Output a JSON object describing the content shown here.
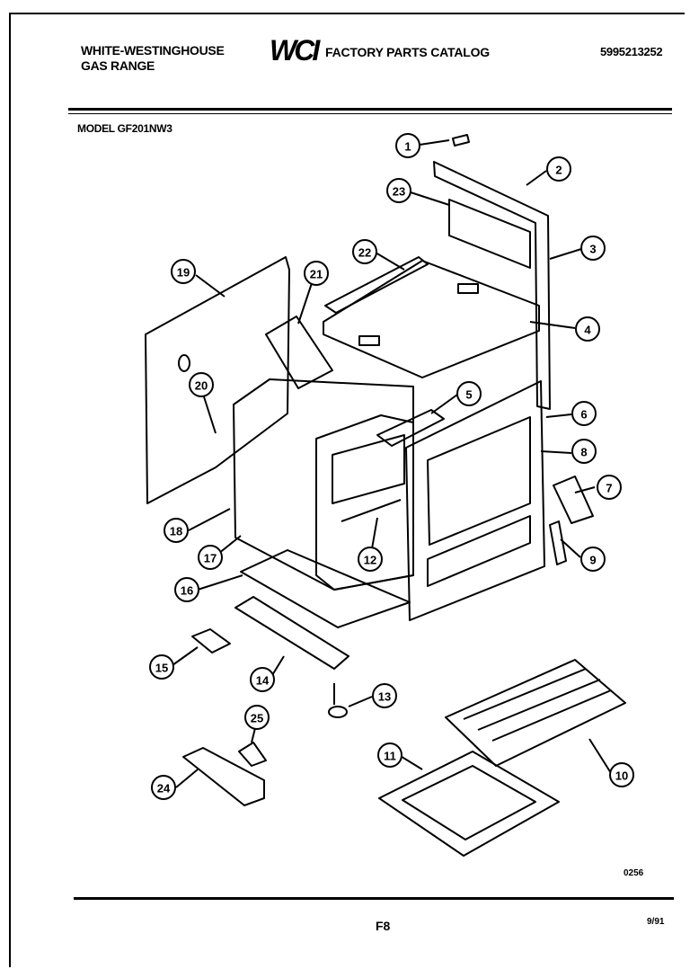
{
  "header": {
    "brand_line1": "WHITE-WESTINGHOUSE",
    "brand_line2": "GAS RANGE",
    "logo_text": "WCI",
    "catalog_title": "FACTORY PARTS CATALOG",
    "doc_number": "5995213252"
  },
  "model_label": "MODEL GF201NW3",
  "callouts": [
    "1",
    "2",
    "23",
    "3",
    "22",
    "19",
    "21",
    "4",
    "20",
    "5",
    "6",
    "8",
    "7",
    "18",
    "17",
    "12",
    "9",
    "16",
    "15",
    "14",
    "13",
    "25",
    "11",
    "10",
    "24"
  ],
  "footer": {
    "ref_code": "0256",
    "page_label": "F8",
    "date": "9/91"
  }
}
